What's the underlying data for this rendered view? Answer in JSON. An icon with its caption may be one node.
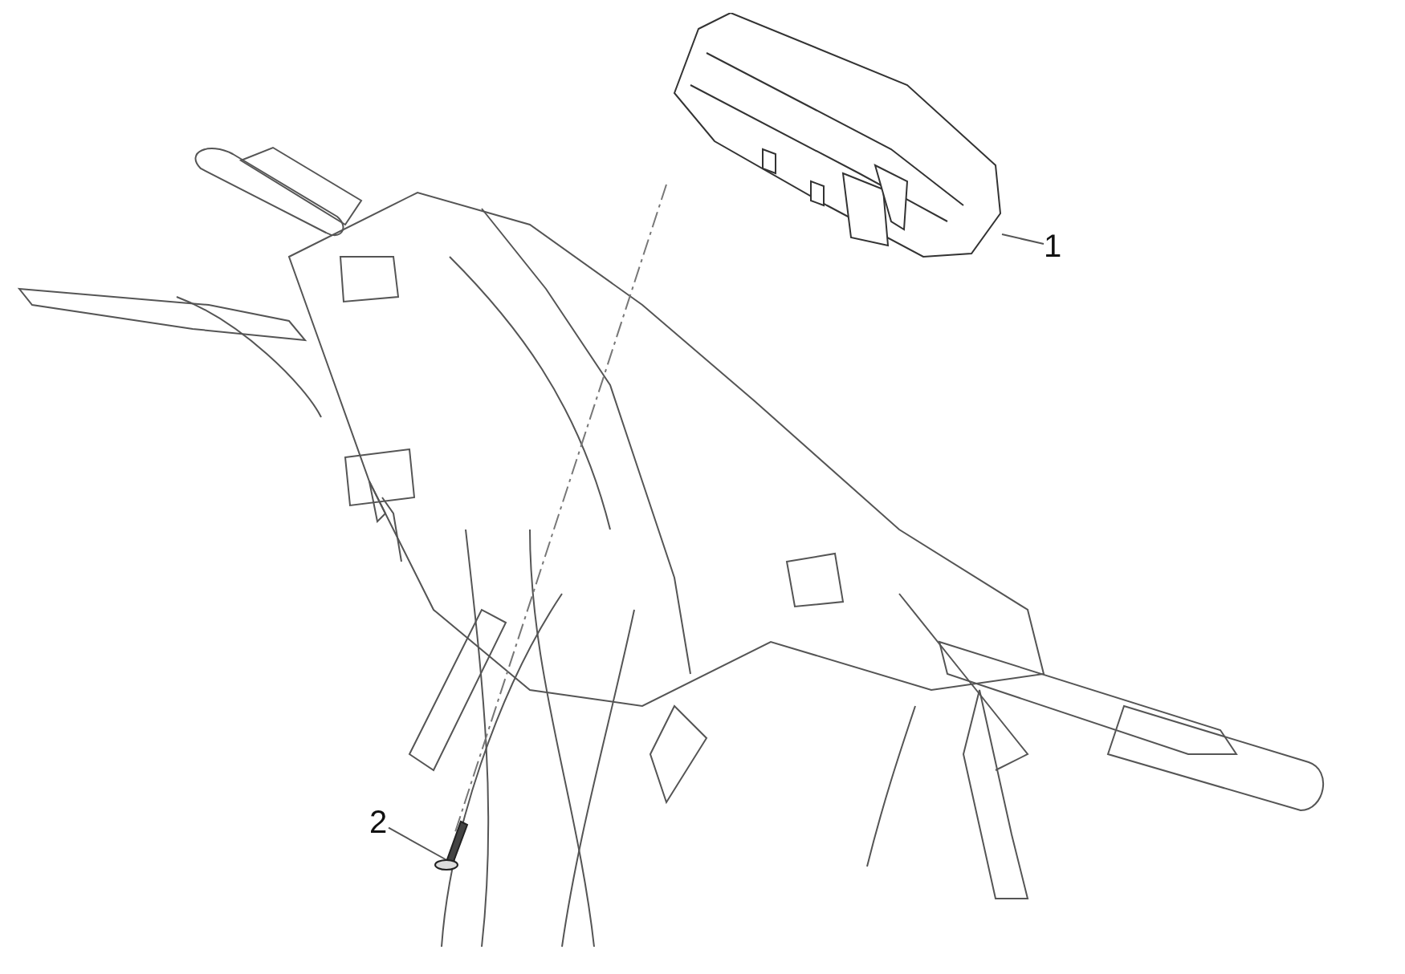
{
  "diagram": {
    "nodes": [
      {
        "text": [
          "1"
        ]
      },
      {
        "text": [],
        "shape": "picture"
      },
      {
        "text": [
          "2"
        ]
      },
      {
        "text": [],
        "shape": "picture"
      }
    ],
    "edges": [
      {
        "from": 0,
        "to": 1,
        "arrow": "none"
      },
      {
        "from": 2,
        "to": 3,
        "arrow": "none"
      }
    ]
  }
}
